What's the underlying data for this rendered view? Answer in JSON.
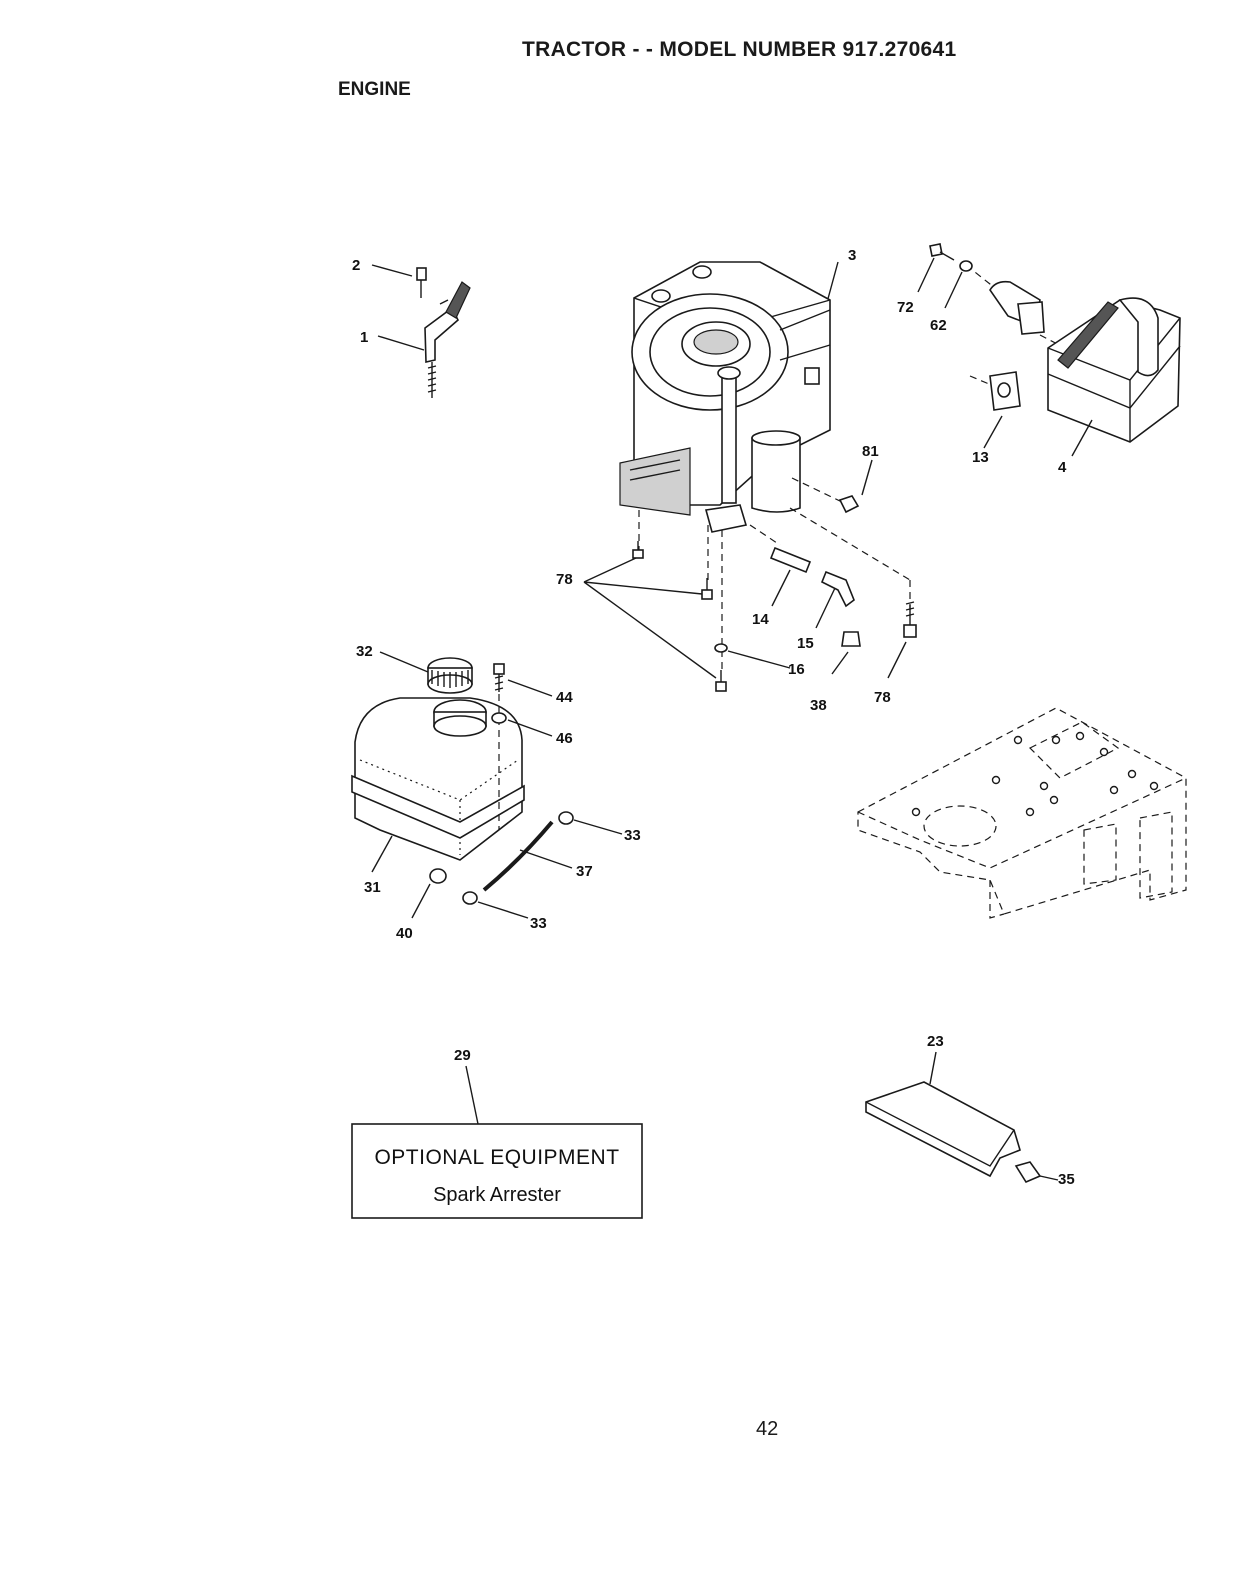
{
  "header": {
    "title": "TRACTOR - - MODEL NUMBER 917.270641",
    "section": "ENGINE"
  },
  "callouts": {
    "c2": "2",
    "c1": "1",
    "c3": "3",
    "c72": "72",
    "c62": "62",
    "c13": "13",
    "c4": "4",
    "c81": "81",
    "c78a": "78",
    "c14": "14",
    "c15": "15",
    "c16": "16",
    "c38": "38",
    "c78b": "78",
    "c32": "32",
    "c44": "44",
    "c46": "46",
    "c33a": "33",
    "c37": "37",
    "c31": "31",
    "c40": "40",
    "c33b": "33",
    "c29": "29",
    "c23": "23",
    "c35": "35"
  },
  "optional_box": {
    "title": "OPTIONAL EQUIPMENT",
    "item": "Spark Arrester"
  },
  "footer": {
    "page_number": "42"
  }
}
